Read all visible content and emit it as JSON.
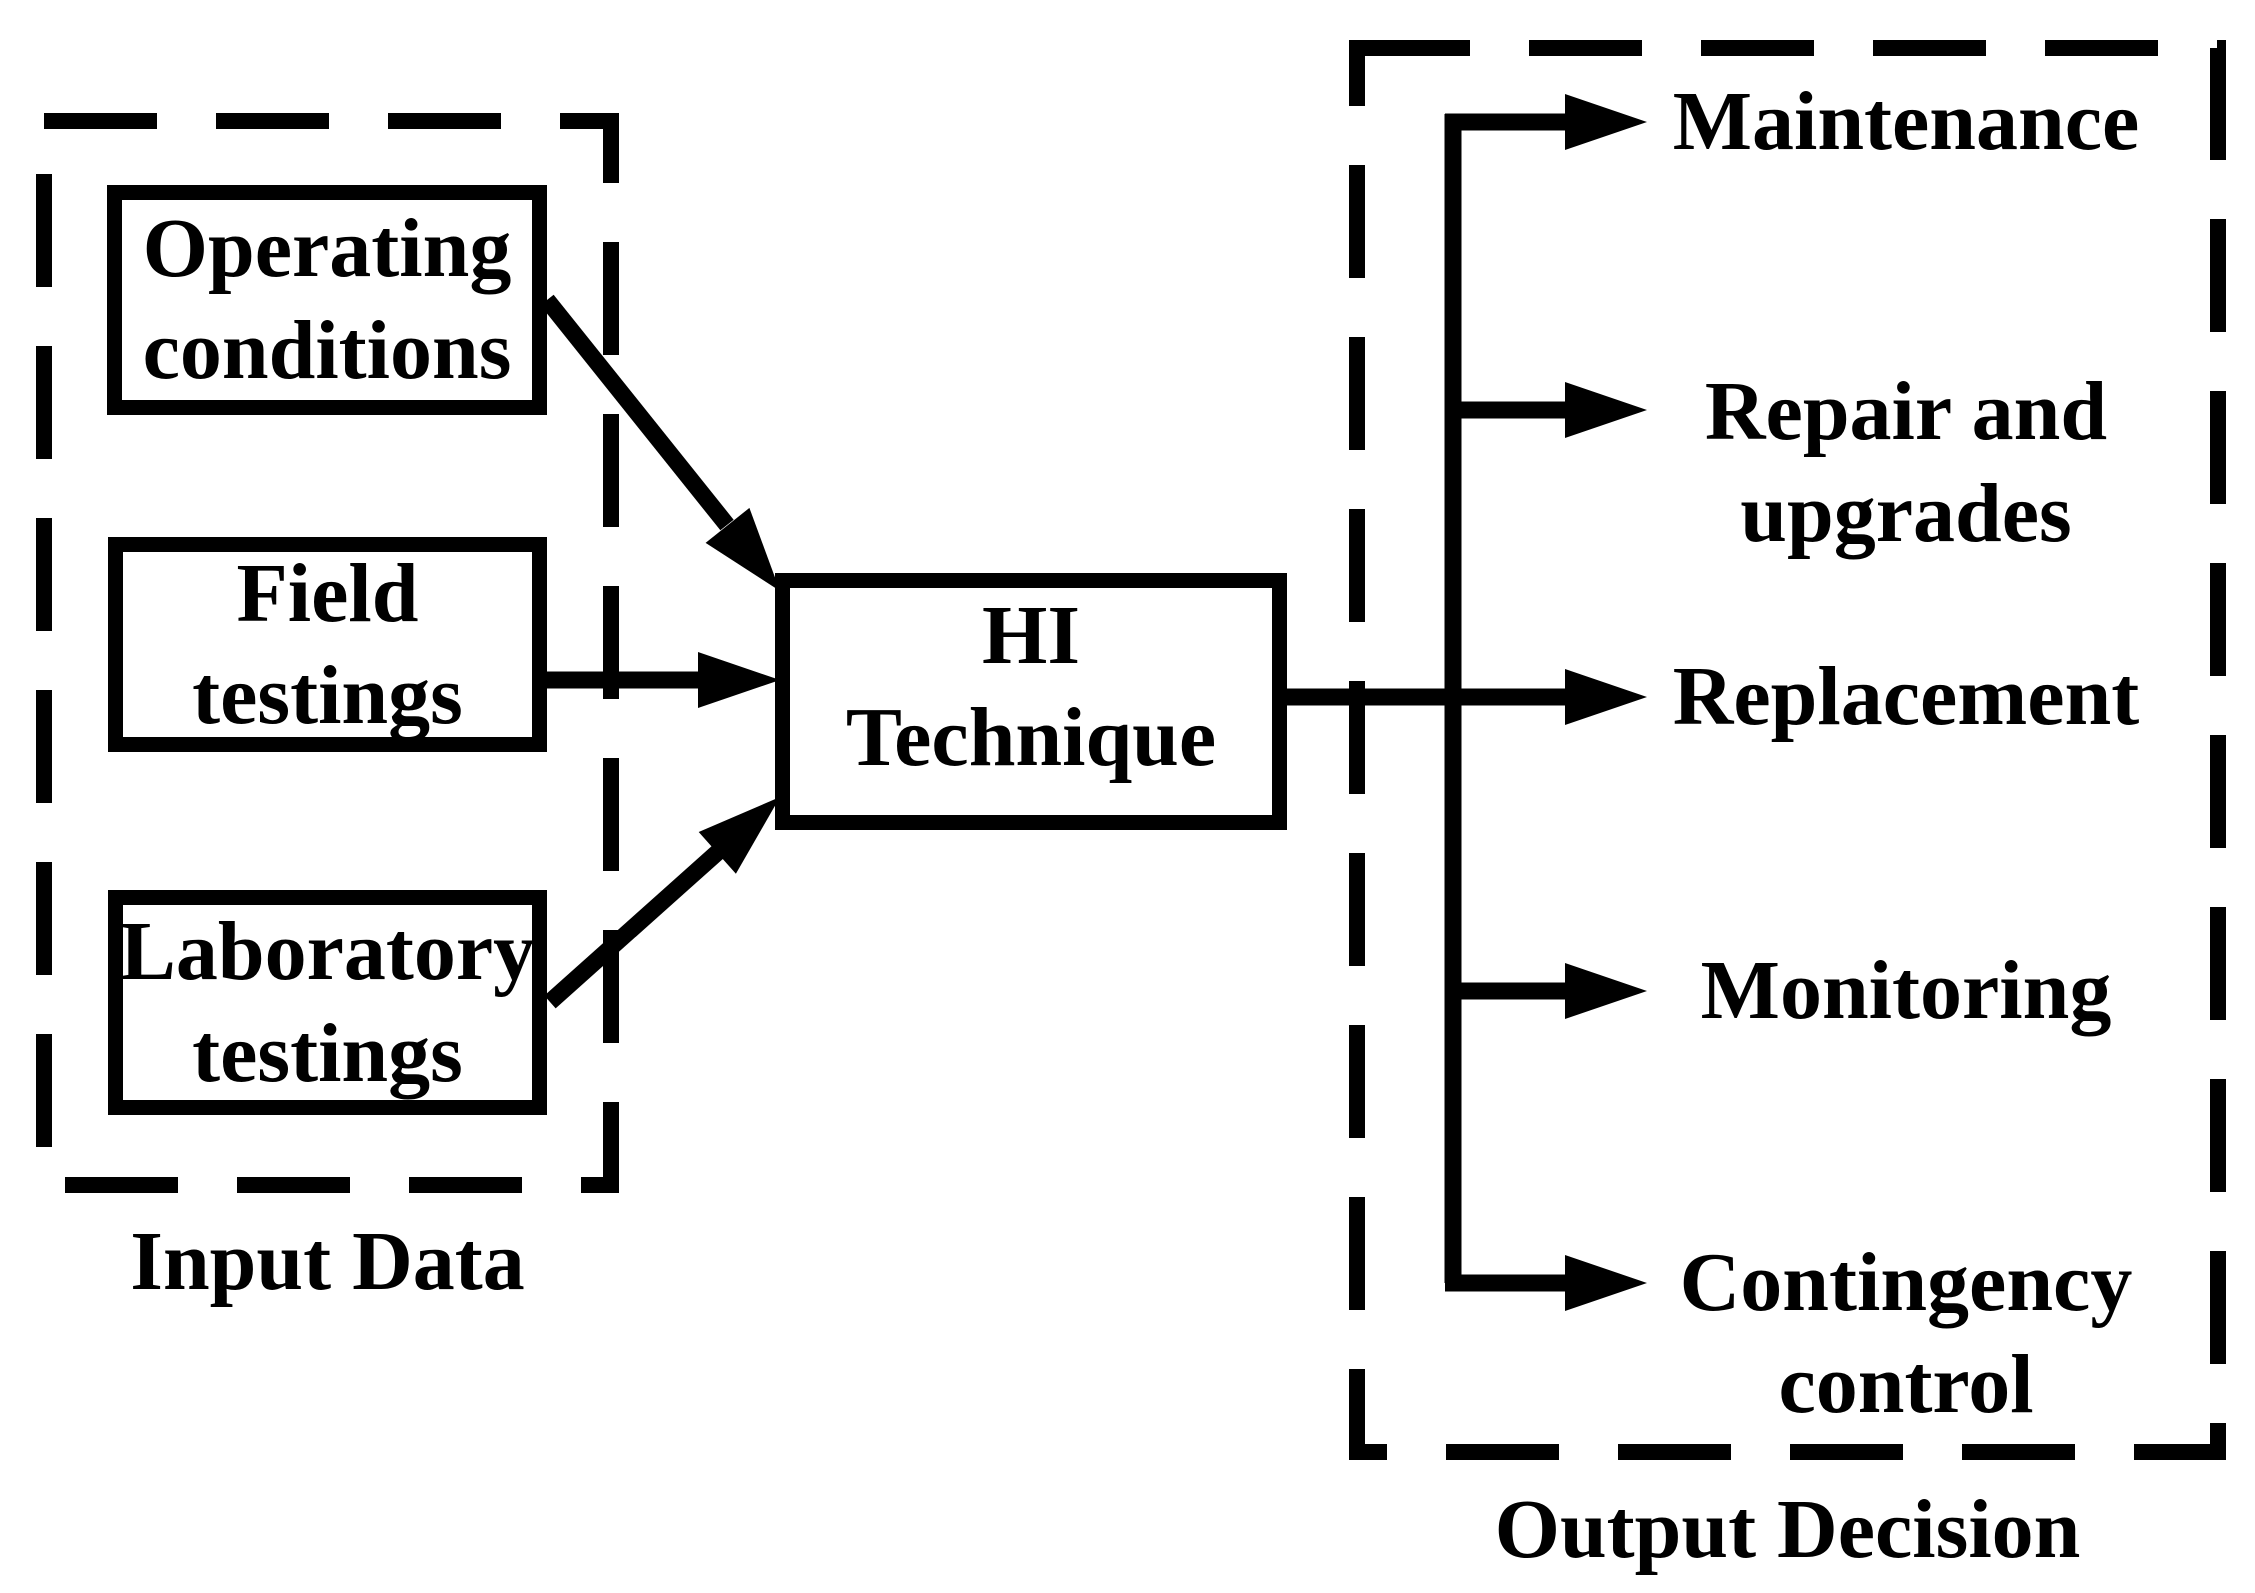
{
  "colors": {
    "ink": "#000000",
    "background": "#ffffff"
  },
  "diagram": {
    "input_group": {
      "label": "Input Data",
      "boxes": [
        {
          "lines": [
            "Operating",
            "conditions"
          ]
        },
        {
          "lines": [
            "Field",
            "testings"
          ]
        },
        {
          "lines": [
            "Laboratory",
            "testings"
          ]
        }
      ]
    },
    "process": {
      "lines": [
        "HI",
        "Technique"
      ]
    },
    "output_group": {
      "label": "Output Decision",
      "items": [
        {
          "lines": [
            "Maintenance"
          ]
        },
        {
          "lines": [
            "Repair and",
            "upgrades"
          ]
        },
        {
          "lines": [
            "Replacement"
          ]
        },
        {
          "lines": [
            "Monitoring"
          ]
        },
        {
          "lines": [
            "Contingency",
            "control"
          ]
        }
      ]
    }
  }
}
